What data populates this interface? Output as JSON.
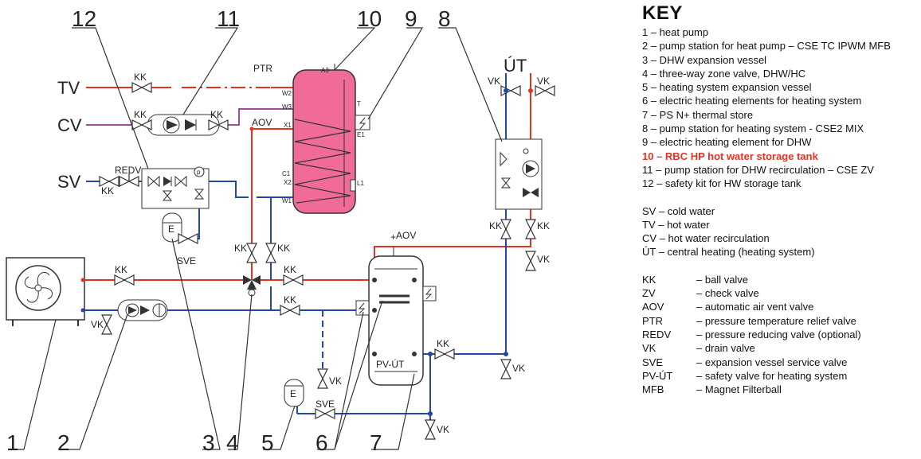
{
  "diagram": {
    "connections": {
      "tv": "TV",
      "cv": "CV",
      "sv": "SV",
      "ut": "ÚT"
    },
    "component_labels": {
      "kk": "KK",
      "vk": "VK",
      "redv": "REDV",
      "sve": "SVE",
      "aov": "AOV",
      "ptr": "PTR",
      "pv_ut": "PV-ÚT",
      "e": "E",
      "p": "p",
      "tank_ports": {
        "a3": "A3",
        "w2": "W2",
        "w3": "W3",
        "x1": "X1",
        "c1": "C1",
        "x2": "X2",
        "w1": "W1",
        "t": "T",
        "e1": "E1",
        "l1": "L1"
      }
    },
    "numbers": [
      "1",
      "2",
      "3",
      "4",
      "5",
      "6",
      "7",
      "8",
      "9",
      "10",
      "11",
      "12"
    ],
    "colors": {
      "hot_water": "#e53322",
      "cold_water": "#1f48a8",
      "recirculation": "#a04aa0",
      "tank_fill": "#f06a9a",
      "line": "#333333"
    }
  },
  "key": {
    "title": "KEY",
    "items": [
      "1 – heat pump",
      "2 – pump station for heat pump – CSE TC IPWM MFB",
      "3 – DHW expansion vessel",
      "4 – three-way zone valve, DHW/HC",
      "5 – heating system expansion vessel",
      "6 – electric heating elements for heating system",
      "7 – PS N+ thermal store",
      "8 – pump station for heating system - CSE2 MIX",
      "9 – electric heating element for DHW",
      "10 – RBC HP hot water storage tank",
      "11 – pump station for DHW recirculation – CSE ZV",
      "12 – safety kit for HW storage tank"
    ],
    "highlight_index": 9,
    "lines": [
      "SV – cold water",
      "TV – hot water",
      "CV – hot water recirculation",
      "ÚT – central heating (heating system)"
    ],
    "abbreviations": [
      {
        "abbr": "KK",
        "desc": "– ball valve"
      },
      {
        "abbr": "ZV",
        "desc": "–  check valve"
      },
      {
        "abbr": "AOV",
        "desc": "– automatic air vent valve"
      },
      {
        "abbr": "PTR",
        "desc": "– pressure temperature relief valve"
      },
      {
        "abbr": "REDV",
        "desc": "– pressure reducing valve (optional)"
      },
      {
        "abbr": "VK",
        "desc": "– drain valve"
      },
      {
        "abbr": "SVE",
        "desc": "– expansion vessel service valve"
      },
      {
        "abbr": "PV-ÚT",
        "desc": "– safety valve for heating system"
      },
      {
        "abbr": "MFB",
        "desc": "– Magnet Filterball"
      }
    ]
  }
}
